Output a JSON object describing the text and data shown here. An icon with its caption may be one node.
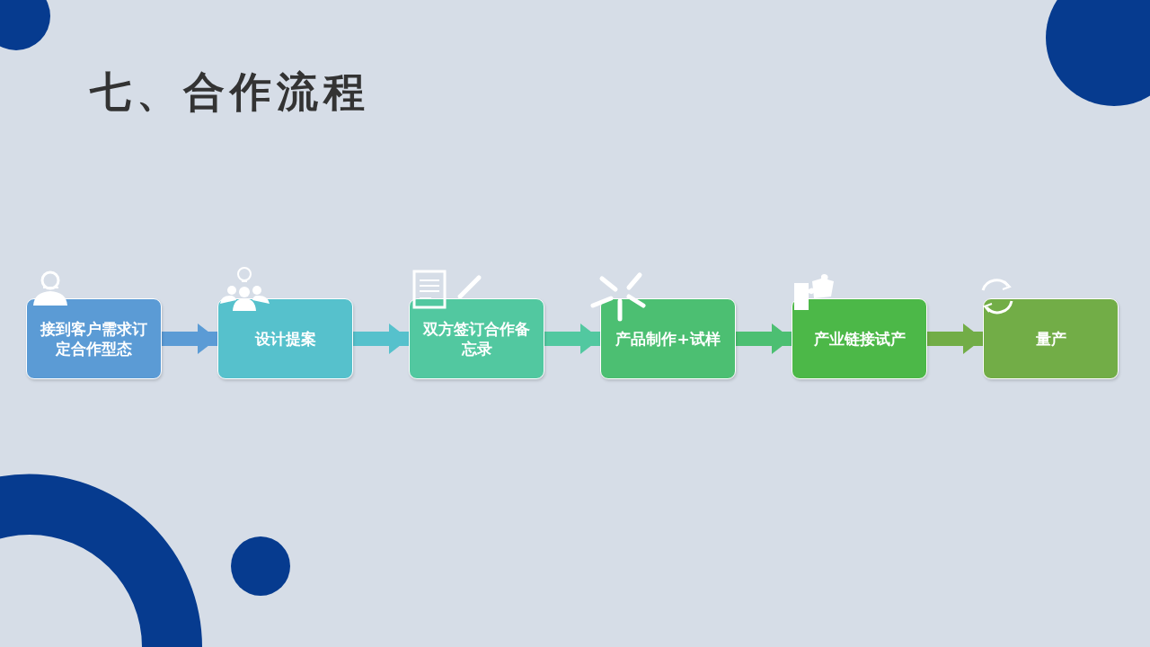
{
  "diagram": {
    "title": "七、合作流程",
    "nodes": [
      {
        "text": [
          "接到客户需求订定合作型态"
        ]
      },
      {
        "text": [
          "设计提案"
        ]
      },
      {
        "text": [
          "双方签订合作备忘录"
        ]
      },
      {
        "text": [
          "产品制作+试样"
        ]
      },
      {
        "text": [
          "产业链接试产"
        ]
      },
      {
        "text": [
          "量产"
        ]
      }
    ],
    "edges": [
      {
        "from": 0,
        "to": 1,
        "arrow": "to",
        "color": "#5b9bd5"
      },
      {
        "from": 1,
        "to": 2,
        "arrow": "to",
        "color": "#56c1cc"
      },
      {
        "from": 2,
        "to": 3,
        "arrow": "to",
        "color": "#52c8a0"
      },
      {
        "from": 3,
        "to": 4,
        "arrow": "to",
        "color": "#4cbf72"
      },
      {
        "from": 4,
        "to": 5,
        "arrow": "to",
        "color": "#72ad47"
      }
    ]
  }
}
